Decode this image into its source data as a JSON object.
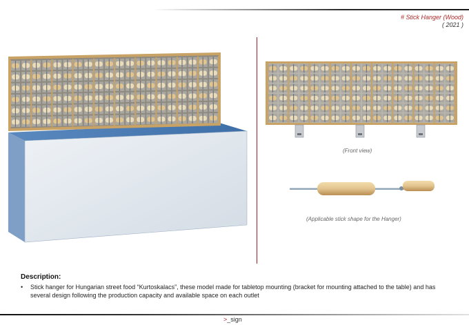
{
  "header": {
    "title": "# Stick Hanger (Wood)",
    "year": "( 2021 )"
  },
  "captions": {
    "front_view": "(Front view)",
    "stick_shape": "(Applicable stick shape for the Hanger)"
  },
  "description": {
    "heading": "Description:",
    "bullet": "•",
    "items": [
      "Stick hanger for Hungarian street food “Kurtoskalacs”, these model made for tabletop mounting (bracket for mounting attached to the table) and has several design following the production capacity  and available space on each outlet"
    ]
  },
  "footer": {
    "logo_mark": ">",
    "logo_text": "_sign"
  },
  "colors": {
    "accent": "#b02828",
    "wood": "#e2c48e",
    "wood_dark": "#c9a265",
    "table_front": "#dde3ea",
    "table_top": "#4f7fb5"
  }
}
